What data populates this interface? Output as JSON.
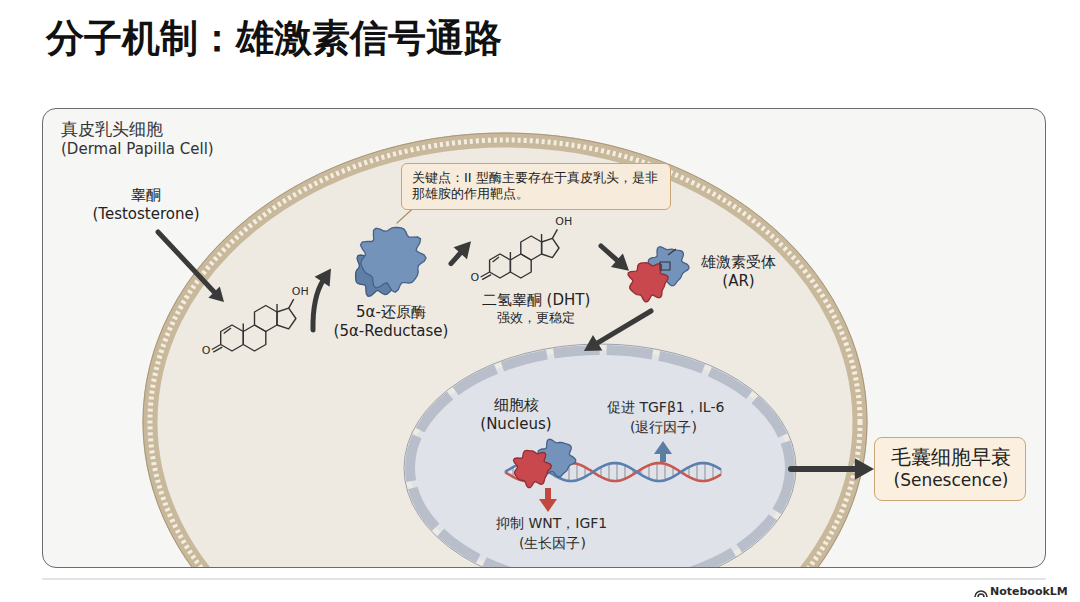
{
  "diagram": {
    "title": "分子机制：雄激素信号通路",
    "nodes": [
      {
        "text": [
          "真皮乳头细胞",
          "(Dermal Papilla Cell)"
        ]
      },
      {
        "text": [
          "睾酮",
          "(Testosterone)"
        ],
        "in": 0
      },
      {
        "text": [
          "5α-还原酶",
          "(5α-Reductase)"
        ],
        "in": 0
      },
      {
        "text": [
          "关键点：II 型酶主要存在于真皮乳头，是非那雄胺的作用靶点。"
        ],
        "in": 0
      },
      {
        "text": [
          "二氢睾酮 (DHT)",
          "强效，更稳定"
        ],
        "in": 0
      },
      {
        "text": [
          "雄激素受体",
          "(AR)"
        ],
        "in": 0
      },
      {
        "text": [
          "细胞核",
          "(Nucleus)"
        ],
        "in": 0
      },
      {
        "text": [
          "毛囊细胞早衰",
          "(Senescence)"
        ],
        "in": 0
      }
    ],
    "edges": [
      {
        "from": 1,
        "to": 2,
        "arrow": "to"
      },
      {
        "from": 3,
        "to": 2,
        "arrow": "none"
      },
      {
        "from": 2,
        "to": 4,
        "arrow": "to"
      },
      {
        "from": 4,
        "to": 5,
        "arrow": "to"
      },
      {
        "from": 5,
        "to": 6,
        "arrow": "to"
      },
      {
        "from": 6,
        "to": 7,
        "arrow": "to"
      }
    ],
    "labels": [
      "OH",
      "O",
      "OH",
      "O",
      "促进 TGFβ1，IL-6",
      "(退行因子)",
      "抑制 WNT，IGF1",
      "(生长因子)",
      "NotebookLM"
    ]
  }
}
